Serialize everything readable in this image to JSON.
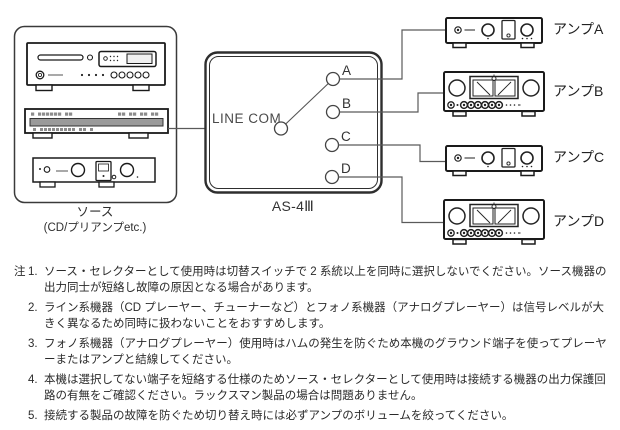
{
  "diagram": {
    "source": {
      "label_line1": "ソース",
      "label_line2": "(CD/プリアンプetc.)"
    },
    "selector": {
      "model": "AS-4Ⅲ",
      "com_label": "LINE COM",
      "contacts": [
        "A",
        "B",
        "C",
        "D"
      ],
      "selected_contact": "A"
    },
    "amps": [
      {
        "label": "アンプA"
      },
      {
        "label": "アンプB"
      },
      {
        "label": "アンプC"
      },
      {
        "label": "アンプD"
      }
    ]
  },
  "notes": {
    "prefix": "注",
    "items": [
      {
        "num": "1.",
        "text": "ソース・セレクターとして使用時は切替スイッチで 2 系統以上を同時に選択しないでください。ソース機器の出力同士が短絡し故障の原因となる場合があります。"
      },
      {
        "num": "2.",
        "text": "ライン系機器（CD プレーヤー、チューナーなど）とフォノ系機器（アナログプレーヤー）は信号レベルが大きく異なるため同時に扱わないことをおすすめします。"
      },
      {
        "num": "3.",
        "text": "フォノ系機器（アナログプレーヤー）使用時はハムの発生を防ぐため本機のグラウンド端子を使ってプレーヤーまたはアンプと結線してください。"
      },
      {
        "num": "4.",
        "text": "本機は選択してない端子を短絡する仕様のためソース・セレクターとして使用時は接続する機器の出力保護回路の有無をご確認ください。ラックスマン製品の場合は問題ありません。"
      },
      {
        "num": "5.",
        "text": "接続する製品の故障を防ぐため切り替え時には必ずアンプのボリュームを絞ってください。"
      }
    ]
  },
  "colors": {
    "outline": "#1a1a1a",
    "line": "#5a5a5a",
    "button_gray": "#8c8c8c",
    "display_gray": "#9a9a9a",
    "text": "#2a2a2a"
  }
}
